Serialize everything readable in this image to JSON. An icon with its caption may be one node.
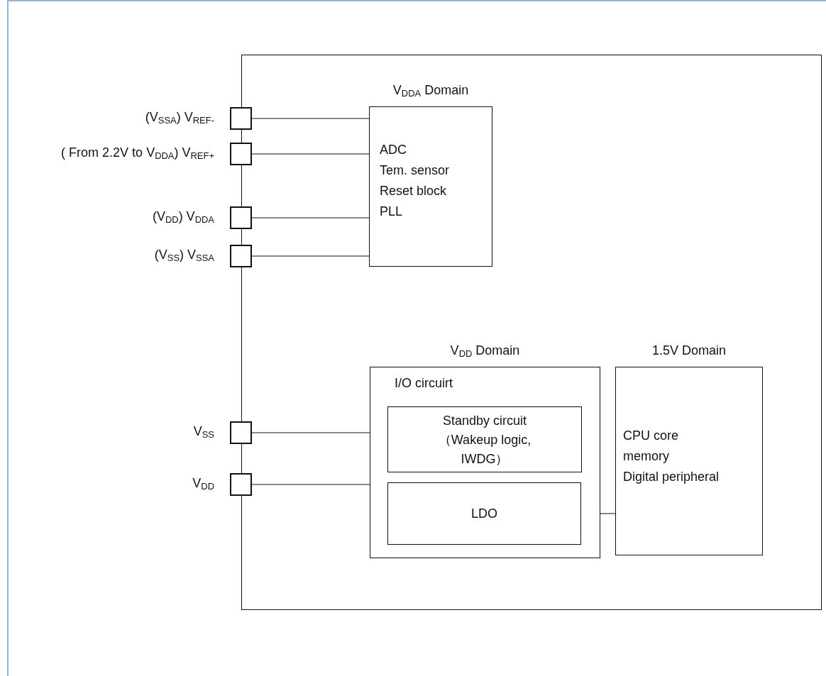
{
  "diagram": {
    "nodes": [
      {
        "text": [],
        "shape": "box"
      },
      {
        "text": [],
        "shape": "box",
        "beside": [
          "(V$_{SSA}$) V$_{REF-}$"
        ]
      },
      {
        "text": [],
        "shape": "box",
        "beside": [
          "( From 2.2V to V$_{DDA}$) V$_{REF+}$"
        ]
      },
      {
        "text": [],
        "shape": "box",
        "beside": [
          "(V$_{DD}$) V$_{DDA}$"
        ]
      },
      {
        "text": [],
        "shape": "box",
        "beside": [
          "(V$_{SS}$) V$_{SSA}$"
        ]
      },
      {
        "text": [
          "V$_{DDA}$ Domain",
          "ADC",
          "Tem. sensor",
          "Reset block",
          "PLL"
        ],
        "in": 0
      },
      {
        "text": [
          "V$_{DD}$ Domain",
          "I/O circuirt"
        ],
        "in": 0
      },
      {
        "text": [
          "Standby circuit （Wakeup logic, IWDG）"
        ],
        "in": 6
      },
      {
        "text": [
          "LDO"
        ],
        "in": 6
      },
      {
        "text": [
          "1.5V Domain",
          "CPU core",
          "memory",
          "Digital peripheral"
        ],
        "in": 0
      },
      {
        "text": [],
        "shape": "box",
        "beside": [
          "V$_{SS}$"
        ]
      },
      {
        "text": [],
        "shape": "box",
        "beside": [
          "V$_{DD}$"
        ]
      }
    ],
    "edges": [
      {
        "from": 1,
        "to": 5,
        "arrow": "none"
      },
      {
        "from": 2,
        "to": 5,
        "arrow": "none"
      },
      {
        "from": 3,
        "to": 5,
        "arrow": "none"
      },
      {
        "from": 4,
        "to": 5,
        "arrow": "none"
      },
      {
        "from": 10,
        "to": 6,
        "arrow": "none"
      },
      {
        "from": 11,
        "to": 6,
        "arrow": "none"
      },
      {
        "from": 8,
        "to": 9,
        "arrow": "none"
      }
    ]
  }
}
